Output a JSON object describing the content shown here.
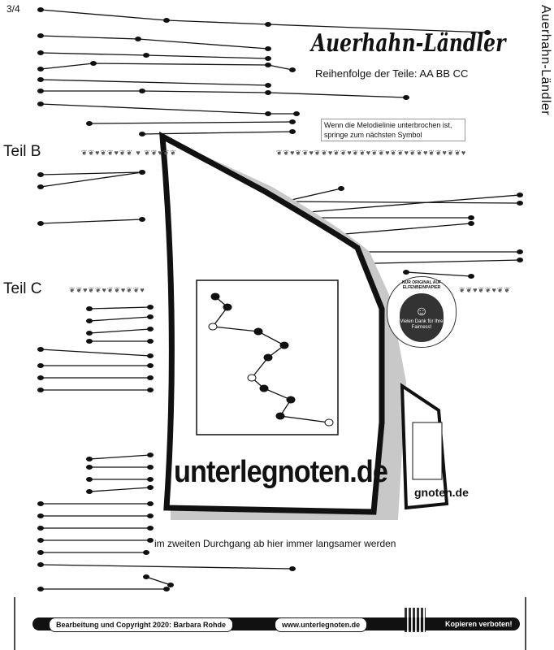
{
  "header": {
    "time_signature": "3/4",
    "title": "Auerhahn-Ländler",
    "side_title": "Auerhahn-Ländler",
    "order_label": "Reihenfolge der Teile:  AA BB CC",
    "hint_line1": "Wenn die Melodielinie unterbrochen ist,",
    "hint_line2": "springe zum nächsten Symbol"
  },
  "sections": [
    {
      "label": "Teil B"
    },
    {
      "label": "Teil C"
    }
  ],
  "annotation": "im zweiten Durchgang ab hier immer langsamer werden",
  "logo": {
    "text": "unterlegnoten.de",
    "small_text": "gnoten.de",
    "stamp_outer": "NUR ORIGINAL AUF ELFENBEINPAPIER",
    "stamp_inner": "Vielen Dank für Ihre Fairness!"
  },
  "footer": {
    "copyright": "Bearbeitung und Copyright 2020: Barbara Rohde",
    "website": "www.unterlegnoten.de",
    "warning": "Kopieren verboten!"
  },
  "colors": {
    "ink": "#111111",
    "shadow": "#c8c8c8",
    "accent": "#555555"
  }
}
